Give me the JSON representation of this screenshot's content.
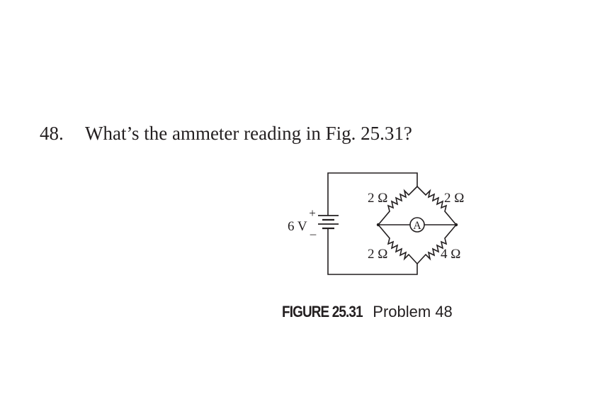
{
  "problem": {
    "number": "48.",
    "question": "What’s the ammeter reading in Fig. 25.31?"
  },
  "figure": {
    "battery": {
      "label": "6 V",
      "plus": "+",
      "minus": "–"
    },
    "resistors": {
      "top_left": "2 Ω",
      "top_right": "2 Ω",
      "bottom_left": "2 Ω",
      "bottom_right": "4 Ω"
    },
    "ammeter": {
      "symbol": "A"
    },
    "caption": {
      "label": "FIGURE 25.31",
      "text": "Problem 48"
    }
  },
  "colors": {
    "ink": "#231f20",
    "background": "#ffffff"
  }
}
